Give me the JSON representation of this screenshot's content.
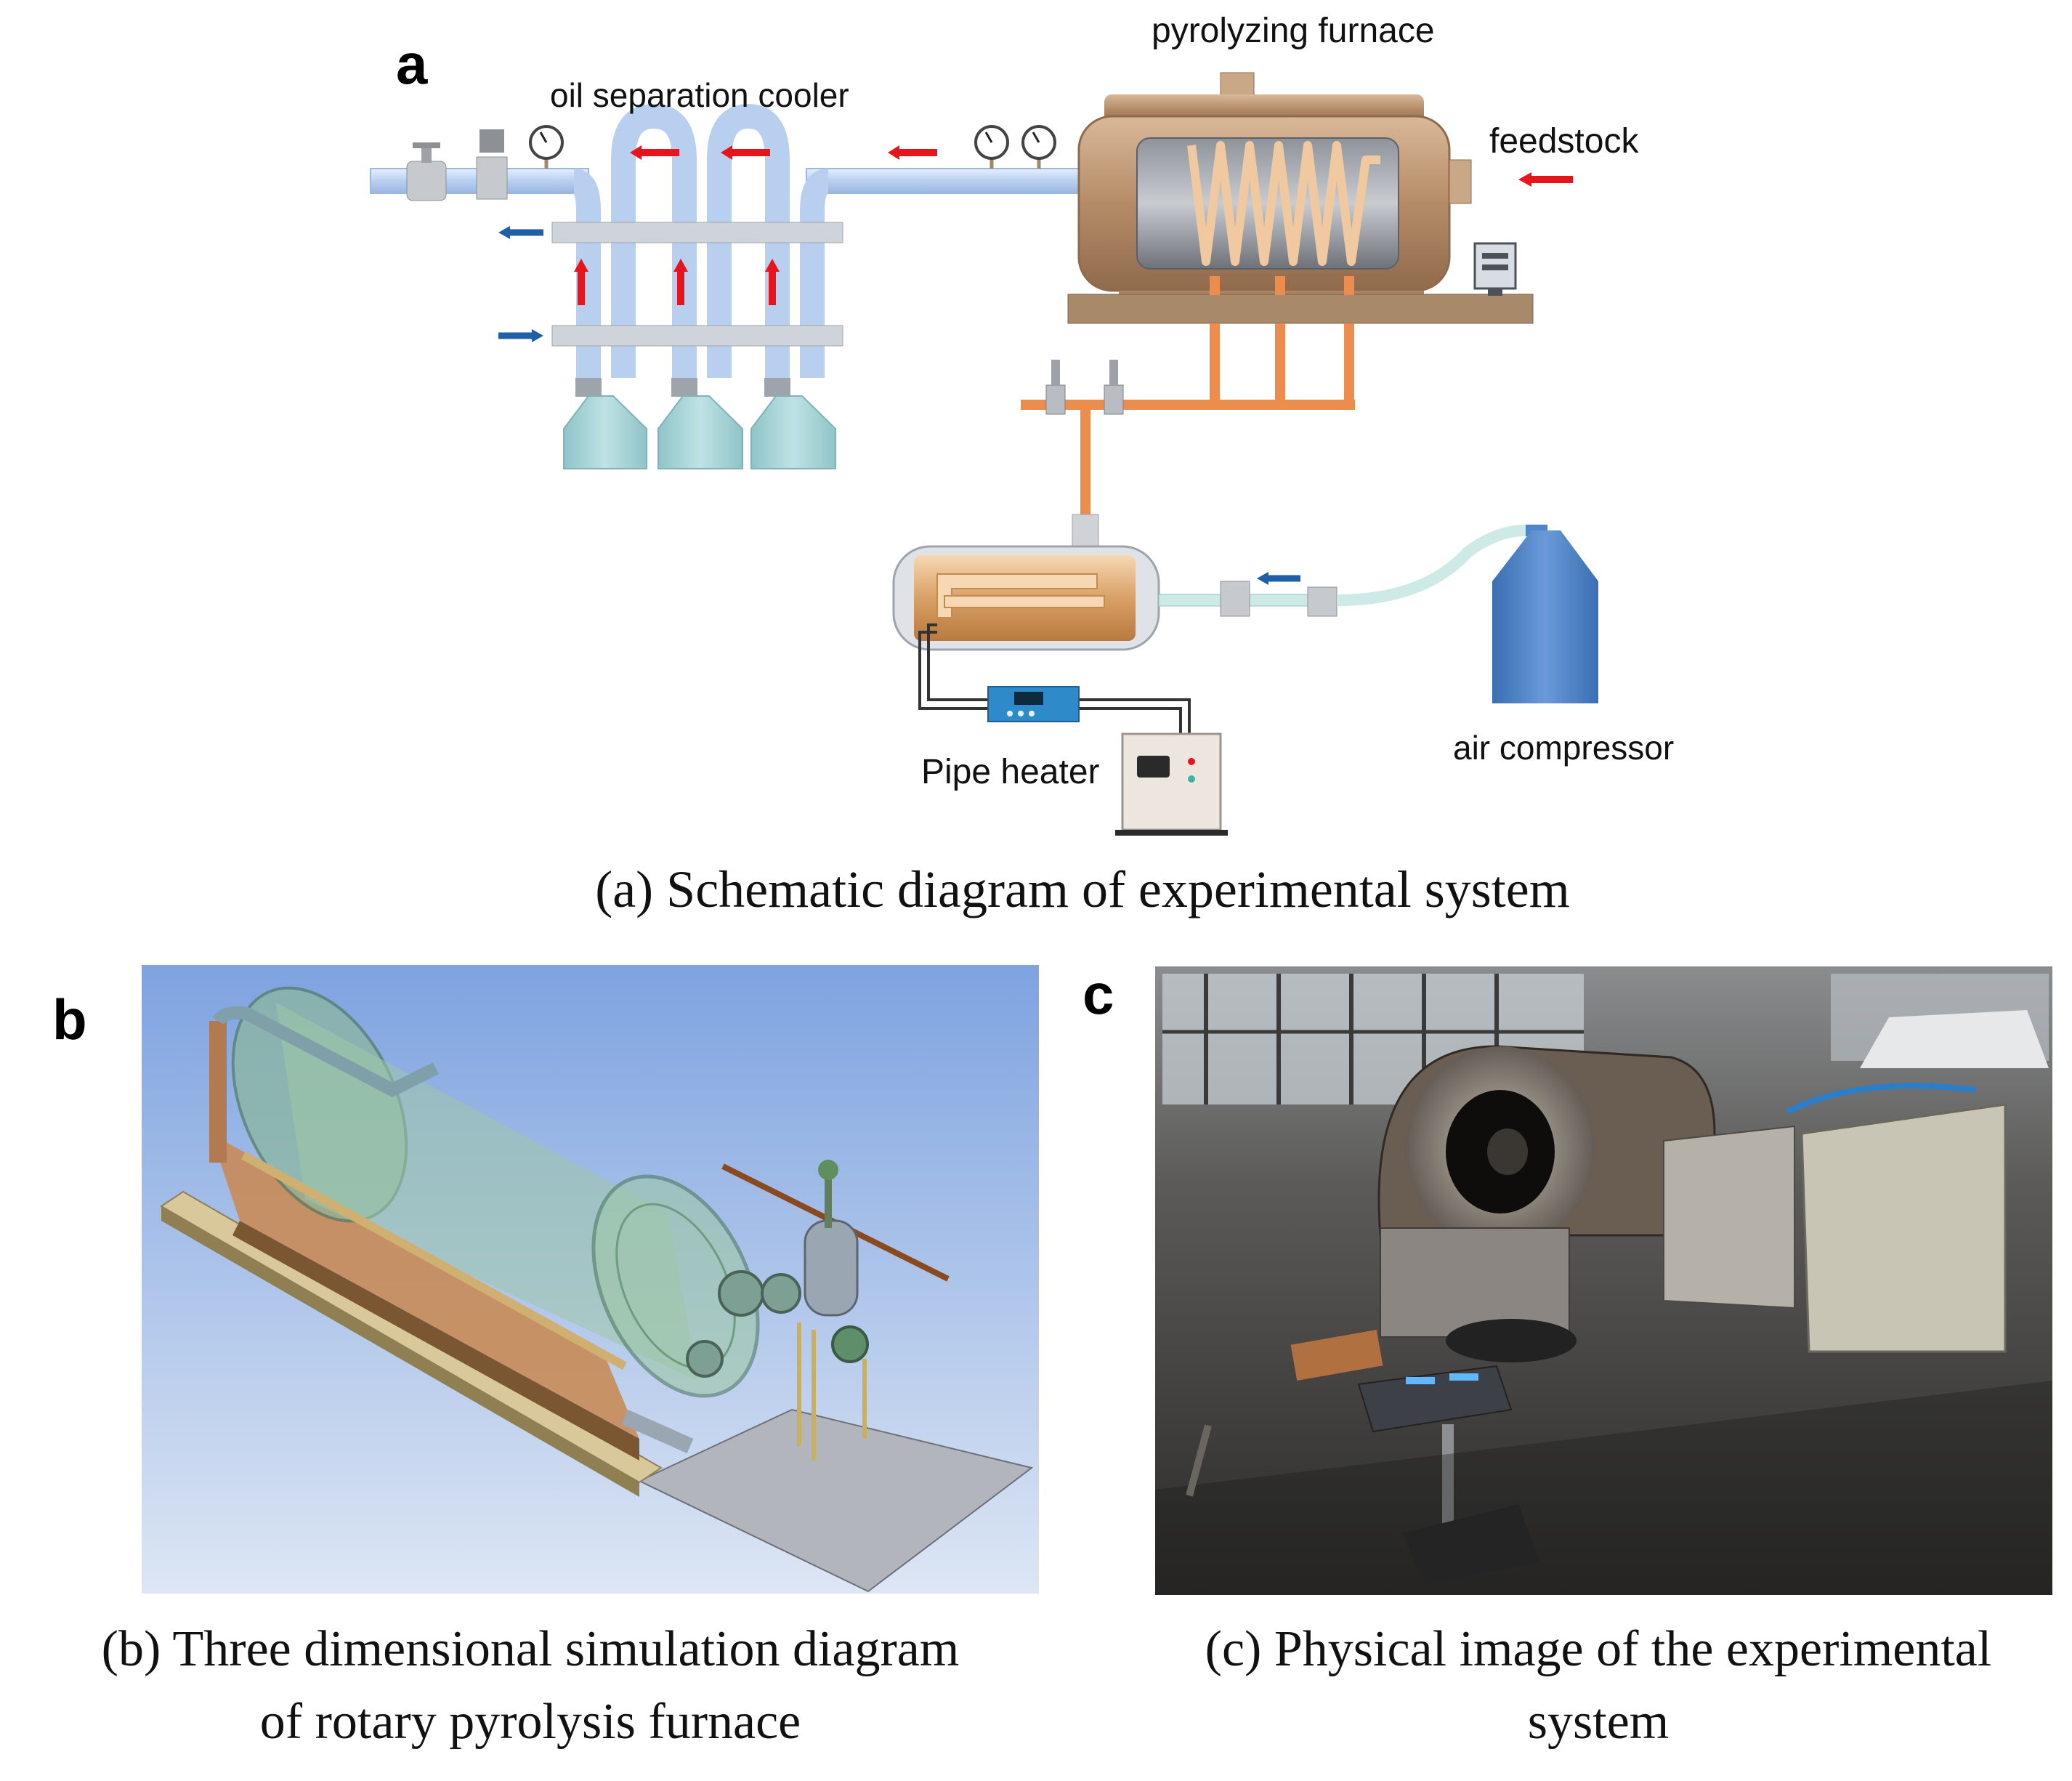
{
  "panel_a": {
    "letter": "a",
    "labels": {
      "furnace": "pyrolyzing furnace",
      "feedstock": "feedstock",
      "cooler": "oil separation cooler",
      "heater": "Pipe heater",
      "compressor": "air compressor"
    },
    "caption": "(a) Schematic diagram of experimental system"
  },
  "panel_b": {
    "letter": "b",
    "caption_line1": "(b) Three dimensional simulation diagram",
    "caption_line2": "of rotary pyrolysis furnace"
  },
  "panel_c": {
    "letter": "c",
    "caption_line1": "(c) Physical image of the experimental",
    "caption_line2": "system"
  },
  "colors": {
    "flow_arrow": "#e8141b",
    "coolant_arrow": "#1f5fa8",
    "pipe_blue": "#c9dcf5",
    "pipe_orange": "#ec8d4e",
    "tank": "#a9d4d8",
    "compressor": "#4e86c8"
  }
}
